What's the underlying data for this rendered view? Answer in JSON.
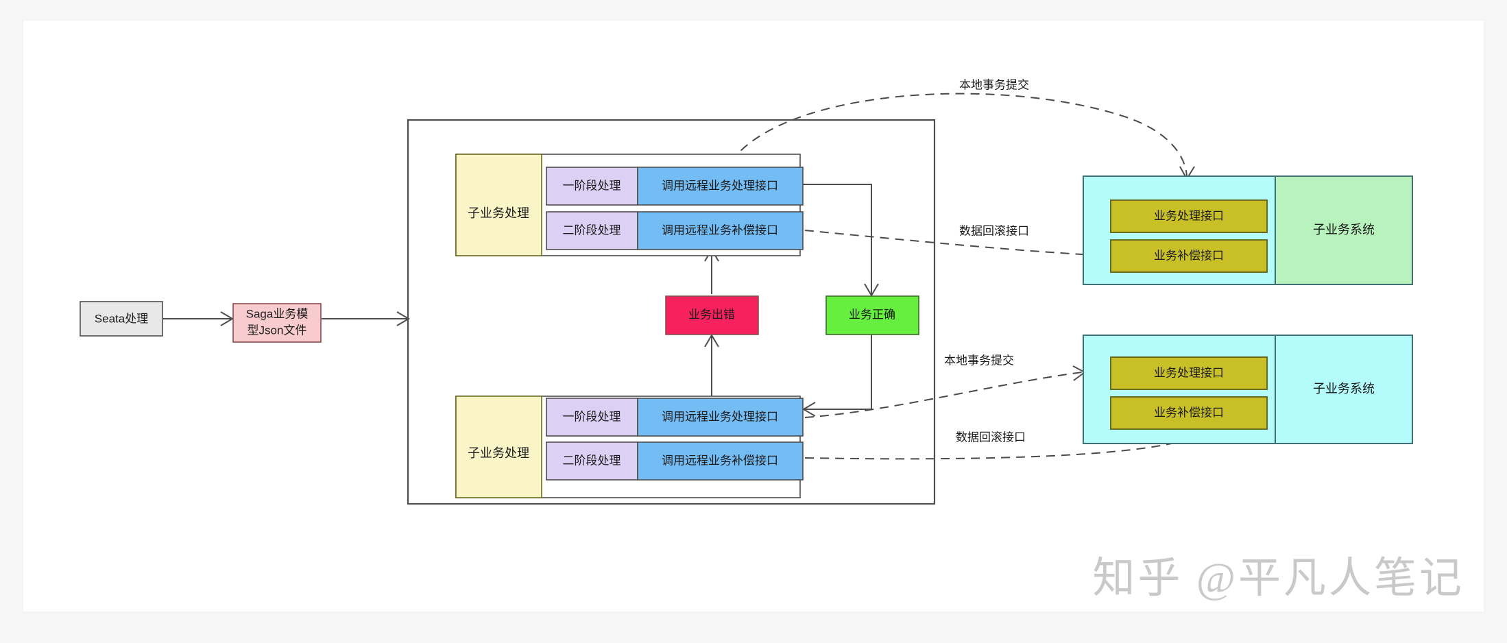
{
  "canvas": {
    "background": "#ffffff",
    "page_background": "#f6f6f6"
  },
  "watermark": {
    "text": "知乎 @平凡人笔记",
    "color": "#c9c9c9"
  },
  "colors": {
    "gray_node": "#e8e8e8",
    "pink_node": "#f8ccce",
    "yellow_node": "#f9f5c6",
    "purple_node": "#ddd0f5",
    "blue_node": "#74bdf4",
    "crimson_node": "#f7215e",
    "green_node": "#66ef3f",
    "cyan_node": "#b4fbfb",
    "lightgreen_node": "#b8f2bc",
    "olive_node": "#c9c028",
    "border_dark": "#4d4d4d",
    "border_olive": "#6b6b1f",
    "border_teal": "#3f6f72"
  },
  "nodes": {
    "seata": {
      "label": "Seata处理",
      "fill": "#e8e8e8"
    },
    "saga_json": {
      "label_line1": "Saga业务模",
      "label_line2": "型Json文件",
      "fill": "#f8ccce"
    },
    "container": {
      "label": ""
    },
    "top_group": {
      "side_label": "子业务处理",
      "rows": [
        {
          "stage": "一阶段处理",
          "action": "调用远程业务处理接口"
        },
        {
          "stage": "二阶段处理",
          "action": "调用远程业务补偿接口"
        }
      ]
    },
    "bottom_group": {
      "side_label": "子业务处理",
      "rows": [
        {
          "stage": "一阶段处理",
          "action": "调用远程业务处理接口"
        },
        {
          "stage": "二阶段处理",
          "action": "调用远程业务补偿接口"
        }
      ]
    },
    "error": {
      "label": "业务出错",
      "fill": "#f7215e"
    },
    "success": {
      "label": "业务正确",
      "fill": "#66ef3f"
    },
    "subsystem_top": {
      "interfaces": [
        "业务处理接口",
        "业务补偿接口"
      ],
      "title": "子业务系统",
      "panel_fill": "#b4fbfb",
      "title_fill": "#b8f2bc"
    },
    "subsystem_bottom": {
      "interfaces": [
        "业务处理接口",
        "业务补偿接口"
      ],
      "title": "子业务系统",
      "panel_fill": "#b4fbfb",
      "title_fill": "#b4fbfb"
    }
  },
  "edges": {
    "labels": {
      "commit_top": "本地事务提交",
      "rollback_top": "数据回滚接口",
      "commit_bottom": "本地事务提交",
      "rollback_bottom": "数据回滚接口"
    }
  }
}
